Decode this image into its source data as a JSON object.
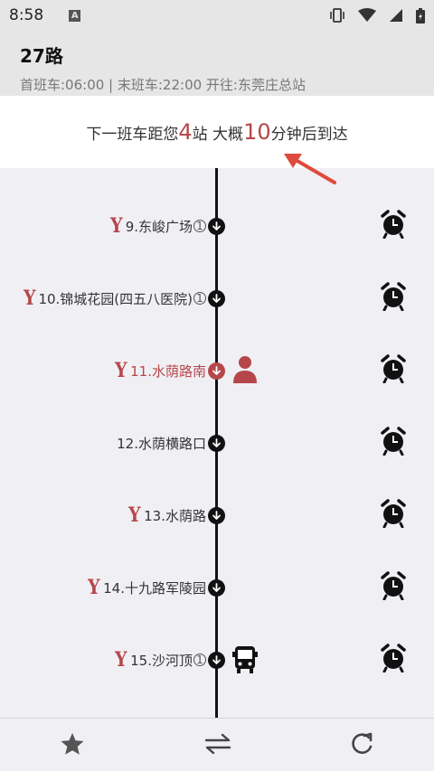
{
  "status_bar": {
    "time": "8:58",
    "notification_icon": "A"
  },
  "header": {
    "route_name": "27路",
    "info": "首班车:06:00 | 末班车:22:00  开往:东莞庄总站"
  },
  "banner": {
    "prefix": "下一班车距您",
    "stops_away": "4",
    "middle": "站 大概",
    "minutes": "10",
    "suffix": "分钟后到达"
  },
  "stops": [
    {
      "name": "9.东峻广场",
      "metro": true,
      "transfer": "①",
      "current": false,
      "bus": false
    },
    {
      "name": "10.锦城花园(四五八医院)",
      "metro": true,
      "transfer": "①",
      "current": false,
      "bus": false
    },
    {
      "name": "11.水荫路南",
      "metro": true,
      "transfer": "",
      "current": true,
      "bus": false
    },
    {
      "name": "12.水荫横路口",
      "metro": false,
      "transfer": "",
      "current": false,
      "bus": false
    },
    {
      "name": "13.水荫路",
      "metro": true,
      "transfer": "",
      "current": false,
      "bus": false
    },
    {
      "name": "14.十九路军陵园",
      "metro": true,
      "transfer": "",
      "current": false,
      "bus": false
    },
    {
      "name": "15.沙河顶",
      "metro": true,
      "transfer": "①",
      "current": false,
      "bus": true
    }
  ],
  "icons": {
    "metro": "metro-icon",
    "alarm": "alarm-clock-icon",
    "person": "person-icon",
    "bus": "bus-icon",
    "tabs": [
      "star-icon",
      "swap-icon",
      "refresh-icon"
    ]
  },
  "colors": {
    "accent": "#b5474a",
    "header_bg": "#e6e6e6",
    "list_bg": "#f0eff4"
  }
}
